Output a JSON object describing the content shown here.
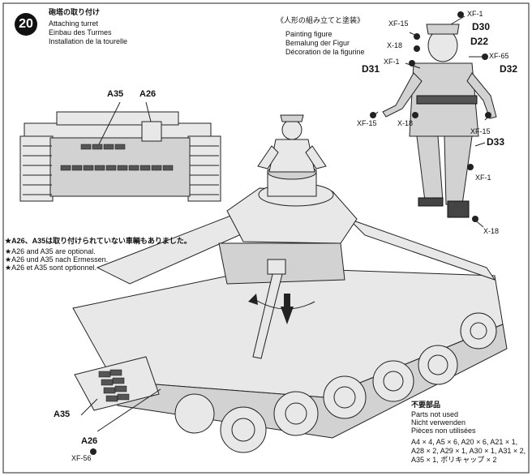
{
  "step": {
    "number": "20",
    "title_jp": "砲塔の取り付け",
    "title_en": "Attaching turret",
    "title_de": "Einbau des Turmes",
    "title_fr": "Installation de la tourelle"
  },
  "figure": {
    "title_jp": "《人形の組み立てと塗装》",
    "title_en": "Painting figure",
    "title_de": "Bemalung der Figur",
    "title_fr": "Décoration de la figurine"
  },
  "callouts": {
    "a35_top": "A35",
    "a26_top": "A26",
    "xf1_a": "XF-1",
    "xf15_a": "XF-15",
    "d30": "D30",
    "x18_a": "X-18",
    "d22": "D22",
    "xf65": "XF-65",
    "xf1_b": "XF-1",
    "d31": "D31",
    "d32": "D32",
    "xf15_b": "XF-15",
    "x18_b": "X-18",
    "xf15_c": "XF-15",
    "d33": "D33",
    "xf1_c": "XF-1",
    "x18_c": "X-18",
    "a35_bottom": "A35",
    "a26_bottom": "A26",
    "xf56": "XF-56"
  },
  "note": {
    "jp": "★A26、A35は取り付けられていない車輌もありました。",
    "en": "★A26 and A35 are optional.",
    "de": "★A26 und A35 nach Ermessen.",
    "fr": "★A26 et A35 sont optionnel."
  },
  "parts_not_used": {
    "title_jp": "不要部品",
    "en": "Parts not used",
    "de": "Nicht verwenden",
    "fr": "Pièces non utilisées",
    "line1": "A4 × 4, A5 × 6, A20 × 6, A21 × 1,",
    "line2": "A28 × 2, A29 × 1, A30 × 1, A31 × 2,",
    "line3": "A35 × 1, ポリキャップ × 2"
  }
}
